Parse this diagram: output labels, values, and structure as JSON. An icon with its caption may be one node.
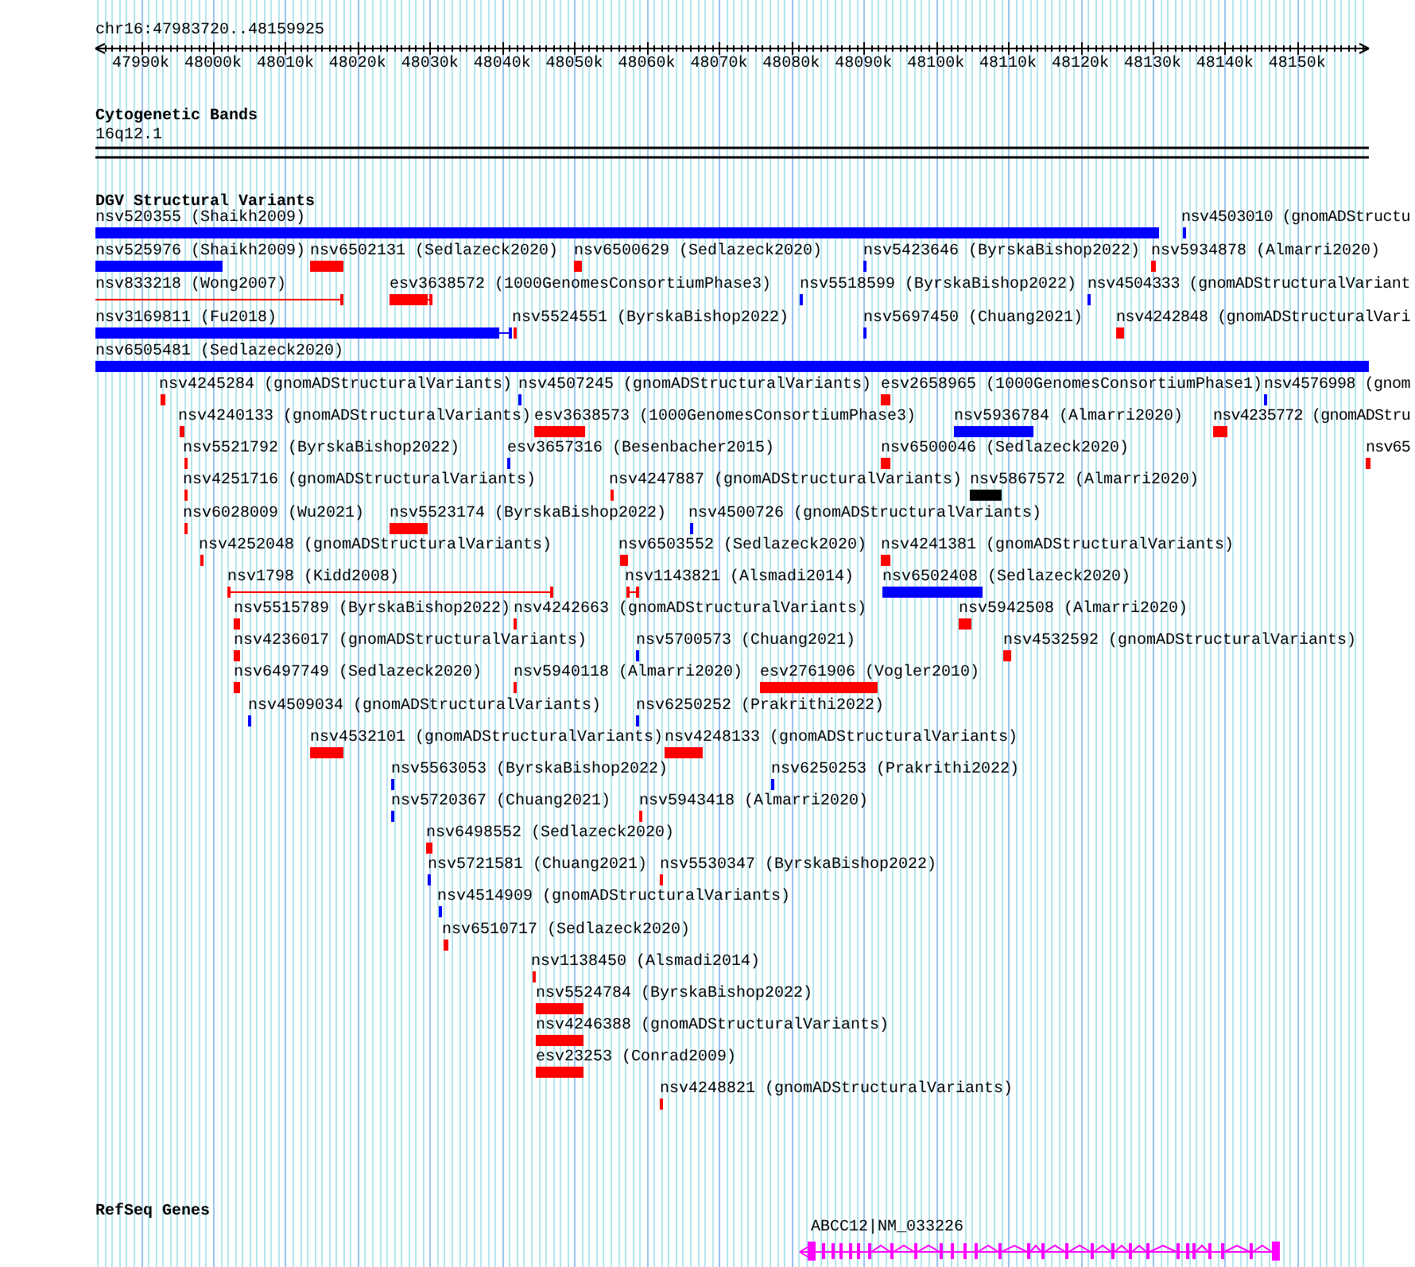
{
  "diagram": {
    "nodes": [
      {
        "text": [
          "nsv520355 (Shaikh2009)"
        ]
      },
      {
        "text": [
          "nsv4503010 (gnomADStructu"
        ]
      },
      {
        "text": [
          "nsv525976 (Shaikh2009)"
        ]
      },
      {
        "text": [
          "nsv6502131 (Sedlazeck2020)"
        ]
      },
      {
        "text": [
          "nsv6500629 (Sedlazeck2020)"
        ]
      },
      {
        "text": [
          "nsv5423646 (ByrskaBishop2022)"
        ]
      },
      {
        "text": [
          "nsv5934878 (Almarri2020)"
        ]
      },
      {
        "text": [
          "nsv833218 (Wong2007)"
        ]
      },
      {
        "text": [
          "esv3638572 (1000GenomesConsortiumPhase3)"
        ]
      },
      {
        "text": [
          "nsv5518599 (ByrskaBishop2022)"
        ]
      },
      {
        "text": [
          "nsv4504333 (gnomADStructuralVariant"
        ]
      },
      {
        "text": [
          "nsv3169811 (Fu2018)"
        ]
      },
      {
        "text": [
          "nsv5524551 (ByrskaBishop2022)"
        ]
      },
      {
        "text": [
          "nsv5697450 (Chuang2021)"
        ]
      },
      {
        "text": [
          "nsv4242848 (gnomADStructuralVari"
        ]
      },
      {
        "text": [
          "nsv6505481 (Sedlazeck2020)"
        ]
      },
      {
        "text": [
          "nsv4245284 (gnomADStructuralVariants)"
        ]
      },
      {
        "text": [
          "nsv4507245 (gnomADStructuralVariants)"
        ]
      },
      {
        "text": [
          "esv2658965 (1000GenomesConsortiumPhase1)"
        ]
      },
      {
        "text": [
          "nsv4576998 (gnom"
        ]
      },
      {
        "text": [
          "nsv4240133 (gnomADStructuralVariants)"
        ]
      },
      {
        "text": [
          "esv3638573 (1000GenomesConsortiumPhase3)"
        ]
      },
      {
        "text": [
          "nsv5936784 (Almarri2020)"
        ]
      },
      {
        "text": [
          "nsv4235772 (gnomADStru"
        ]
      },
      {
        "text": [
          "nsv5521792 (ByrskaBishop2022)"
        ]
      },
      {
        "text": [
          "esv3657316 (Besenbacher2015)"
        ]
      },
      {
        "text": [
          "nsv6500046 (Sedlazeck2020)"
        ]
      },
      {
        "text": [
          "nsv65"
        ]
      },
      {
        "text": [
          "nsv4251716 (gnomADStructuralVariants)"
        ]
      },
      {
        "text": [
          "nsv4247887 (gnomADStructuralVariants)"
        ]
      },
      {
        "text": [
          "nsv5867572 (Almarri2020)"
        ]
      },
      {
        "text": [
          "nsv6028009 (Wu2021)"
        ]
      },
      {
        "text": [
          "nsv5523174 (ByrskaBishop2022)"
        ]
      },
      {
        "text": [
          "nsv4500726 (gnomADStructuralVariants)"
        ]
      },
      {
        "text": [
          "nsv4252048 (gnomADStructuralVariants)"
        ]
      },
      {
        "text": [
          "nsv6503552 (Sedlazeck2020)"
        ]
      },
      {
        "text": [
          "nsv4241381 (gnomADStructuralVariants)"
        ]
      },
      {
        "text": [
          "nsv1798 (Kidd2008)"
        ]
      },
      {
        "text": [
          "nsv1143821 (Alsmadi2014)"
        ]
      },
      {
        "text": [
          "nsv6502408 (Sedlazeck2020)"
        ]
      },
      {
        "text": [
          "nsv5515789 (ByrskaBishop2022)"
        ]
      },
      {
        "text": [
          "nsv4242663 (gnomADStructuralVariants)"
        ]
      },
      {
        "text": [
          "nsv5942508 (Almarri2020)"
        ]
      },
      {
        "text": [
          "nsv4236017 (gnomADStructuralVariants)"
        ]
      },
      {
        "text": [
          "nsv5700573 (Chuang2021)"
        ]
      },
      {
        "text": [
          "nsv4532592 (gnomADStructuralVariants)"
        ]
      },
      {
        "text": [
          "nsv6497749 (Sedlazeck2020)"
        ]
      },
      {
        "text": [
          "nsv5940118 (Almarri2020)"
        ]
      },
      {
        "text": [
          "esv2761906 (Vogler2010)"
        ]
      },
      {
        "text": [
          "nsv4509034 (gnomADStructuralVariants)"
        ]
      },
      {
        "text": [
          "nsv6250252 (Prakrithi2022)"
        ]
      },
      {
        "text": [
          "nsv4532101 (gnomADStructuralVariants)"
        ]
      },
      {
        "text": [
          "nsv4248133 (gnomADStructuralVariants)"
        ]
      },
      {
        "text": [
          "nsv5563053 (ByrskaBishop2022)"
        ]
      },
      {
        "text": [
          "nsv6250253 (Prakrithi2022)"
        ]
      },
      {
        "text": [
          "nsv5720367 (Chuang2021)"
        ]
      },
      {
        "text": [
          "nsv5943418 (Almarri2020)"
        ]
      },
      {
        "text": [
          "nsv6498552 (Sedlazeck2020)"
        ]
      },
      {
        "text": [
          "nsv5721581 (Chuang2021)"
        ]
      },
      {
        "text": [
          "nsv5530347 (ByrskaBishop2022)"
        ]
      },
      {
        "text": [
          "nsv4514909 (gnomADStructuralVariants)"
        ]
      },
      {
        "text": [
          "nsv6510717 (Sedlazeck2020)"
        ]
      },
      {
        "text": [
          "nsv1138450 (Alsmadi2014)"
        ]
      },
      {
        "text": [
          "nsv5524784 (ByrskaBishop2022)"
        ]
      },
      {
        "text": [
          "nsv4246388 (gnomADStructuralVariants)"
        ]
      },
      {
        "text": [
          "esv23253 (Conrad2009)"
        ]
      },
      {
        "text": [
          "nsv4248821 (gnomADStructuralVariants)"
        ]
      },
      {
        "text": [
          "ABCC12|NM_033226"
        ]
      }
    ],
    "labels": [
      "chr16:47983720..48159925",
      "47990k",
      "48000k",
      "48010k",
      "48020k",
      "48030k",
      "48040k",
      "48050k",
      "48060k",
      "48070k",
      "48080k",
      "48090k",
      "48100k",
      "48110k",
      "48120k",
      "48130k",
      "48140k",
      "48150k",
      "Cytogenetic Bands",
      "16q12.1",
      "DGV Structural Variants",
      "RefSeq Genes"
    ]
  }
}
